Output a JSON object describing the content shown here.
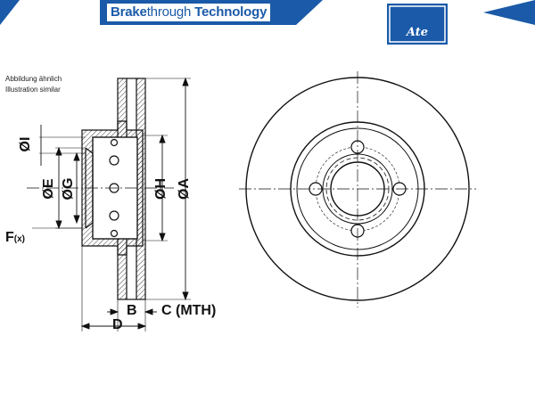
{
  "banner": {
    "brand_bold": "Brake",
    "brand_light": "through",
    "brand_tech": " Technology",
    "color": "#1a5aa8"
  },
  "logo": {
    "text": "Ate",
    "icon": "ate-logo-icon"
  },
  "captions": {
    "line1": "Abbildung ähnlich",
    "line2": "Illustration similar"
  },
  "dimensions": {
    "I": "ØI",
    "E": "ØE",
    "G": "ØG",
    "H": "ØH",
    "A": "ØA",
    "F": "F",
    "F_sub": "(x)",
    "B": "B",
    "C": "C (MTH)",
    "D": "D"
  }
}
